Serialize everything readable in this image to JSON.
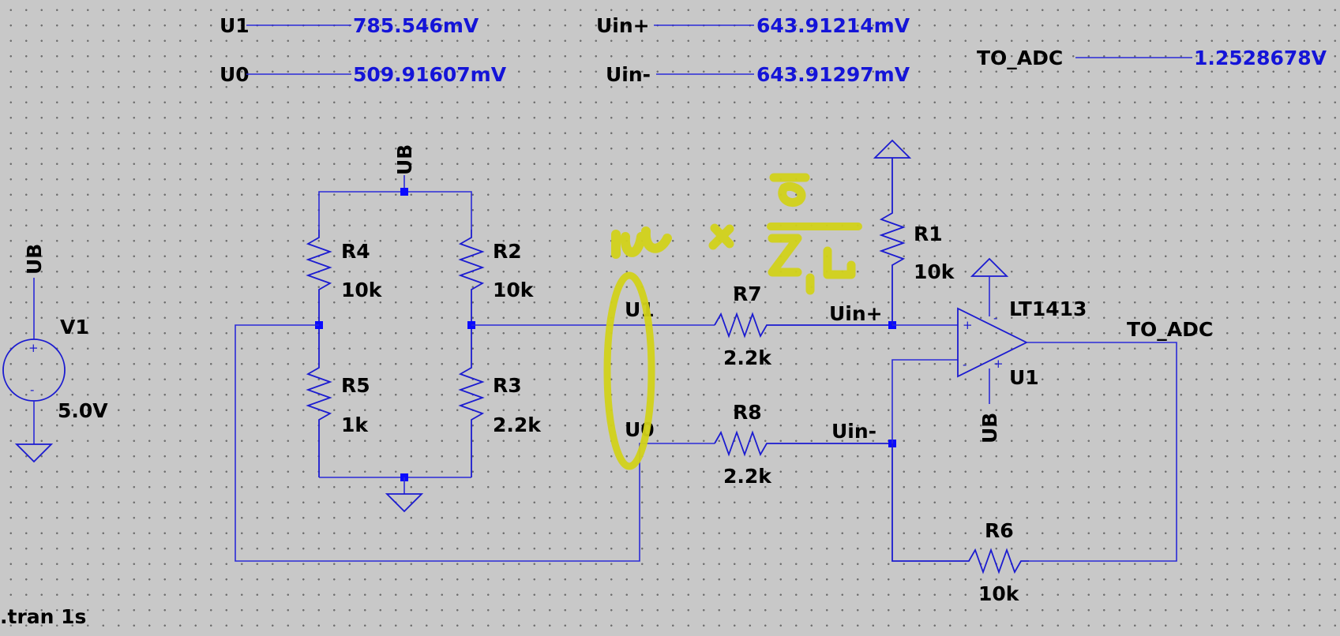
{
  "probes": [
    {
      "net": "U1",
      "value": "785.546mV"
    },
    {
      "net": "U0",
      "value": "509.91607mV"
    },
    {
      "net": "Uin+",
      "value": "643.91214mV"
    },
    {
      "net": "Uin-",
      "value": "643.91297mV"
    },
    {
      "net": "TO_ADC",
      "value": "1.2528678V"
    }
  ],
  "colors": {
    "wire": "#2a2ad8",
    "value": "#1414d8",
    "node": "#0a0aff",
    "highlight": "#d2d21a"
  },
  "components": {
    "v1": {
      "ref": "V1",
      "value": "5.0V",
      "supply": "UB"
    },
    "r4": {
      "ref": "R4",
      "value": "10k"
    },
    "r2": {
      "ref": "R2",
      "value": "10k"
    },
    "r5": {
      "ref": "R5",
      "value": "1k"
    },
    "r3": {
      "ref": "R3",
      "value": "2.2k"
    },
    "r7": {
      "ref": "R7",
      "value": "2.2k"
    },
    "r8": {
      "ref": "R8",
      "value": "2.2k"
    },
    "r1": {
      "ref": "R1",
      "value": "10k"
    },
    "r6": {
      "ref": "R6",
      "value": "10k"
    },
    "opamp": {
      "model": "LT1413",
      "ref": "U1",
      "plus": "+",
      "minus": "-"
    }
  },
  "nets": {
    "ub": "UB",
    "u1": "U1",
    "u0": "U0",
    "uin_plus": "Uin+",
    "uin_minus": "Uin-",
    "to_adc": "TO_ADC"
  },
  "directive": ".tran 1s",
  "annotation": {
    "icon": "handwritten-gain-note"
  }
}
